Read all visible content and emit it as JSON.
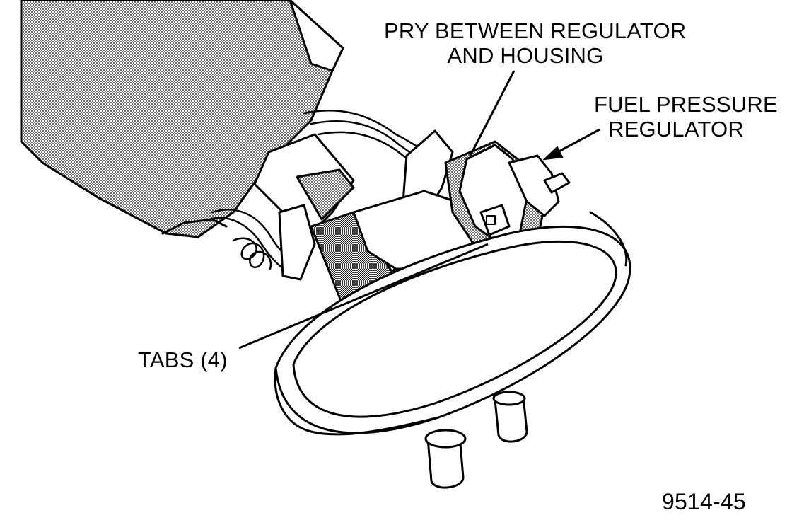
{
  "callouts": {
    "pry_between": {
      "line1": "PRY BETWEEN REGULATOR",
      "line2": "AND HOUSING"
    },
    "fuel_pressure_regulator": {
      "line1": "FUEL PRESSURE",
      "line2": "REGULATOR"
    },
    "tabs": "TABS (4)"
  },
  "figure_number": "9514-45",
  "colors": {
    "ink": "#000000",
    "paper": "#ffffff",
    "halftone": "#b8b8b8"
  }
}
